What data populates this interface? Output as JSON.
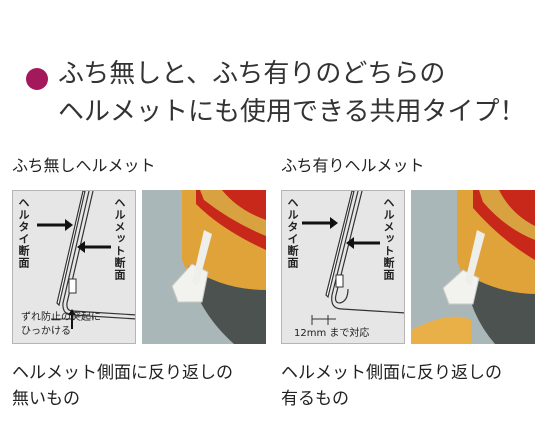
{
  "headline": {
    "line1": "ふち無しと、ふち有りのどちらの",
    "line2": "ヘルメットにも使用できる共用タイプ！",
    "bullet_color": "#a3195b"
  },
  "left": {
    "title": "ふち無しヘルメット",
    "label_section_helmet": "ヘルメット断面",
    "label_section_tie": "ヘルタイ断面",
    "note_line1": "ずれ防止の突起に",
    "note_line2": "ひっかける",
    "caption_line1": "ヘルメット側面に反り返しの",
    "caption_line2": "無いもの"
  },
  "right": {
    "title": "ふち有りヘルメット",
    "label_section_helmet": "ヘルメット断面",
    "label_section_tie": "ヘルタイ断面",
    "note": "12mm まで対応",
    "caption_line1": "ヘルメット側面に反り返しの",
    "caption_line2": "有るもの"
  },
  "icons": [
    "arrow-right-icon",
    "arrow-left-icon",
    "arrow-up-icon"
  ]
}
